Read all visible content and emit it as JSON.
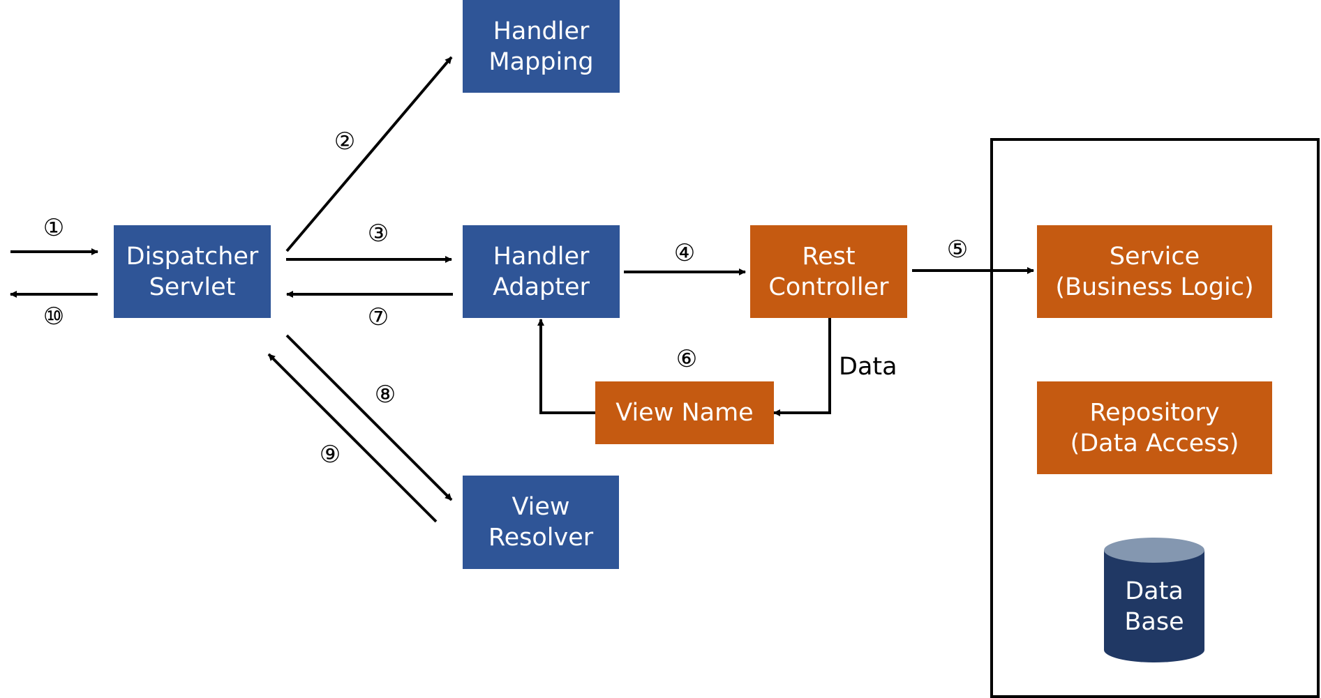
{
  "nodes": {
    "handler_mapping": [
      "Handler",
      "Mapping"
    ],
    "dispatcher_servlet": [
      "Dispatcher",
      "Servlet"
    ],
    "handler_adapter": [
      "Handler",
      "Adapter"
    ],
    "rest_controller": [
      "Rest",
      "Controller"
    ],
    "service": [
      "Service",
      "(Business Logic)"
    ],
    "view_name": "View Name",
    "repository": [
      "Repository",
      "(Data Access)"
    ],
    "view_resolver": [
      "View",
      "Resolver"
    ],
    "database": [
      "Data",
      "Base"
    ]
  },
  "edge_labels": {
    "data": "Data"
  },
  "steps": {
    "s1": "①",
    "s2": "②",
    "s3": "③",
    "s4": "④",
    "s5": "⑤",
    "s6": "⑥",
    "s7": "⑦",
    "s8": "⑧",
    "s9": "⑨",
    "s10": "⑩"
  },
  "colors": {
    "blue": "#2f5597",
    "orange": "#c55a11",
    "db_body": "#203864",
    "db_top": "#8497b0",
    "arrow": "#000000"
  }
}
